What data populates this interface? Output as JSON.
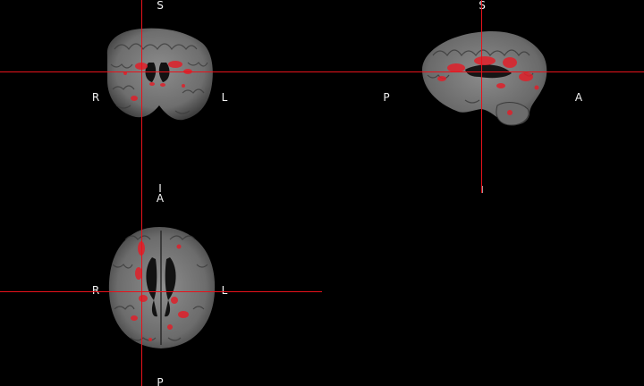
{
  "app": {
    "title": ""
  },
  "colors": {
    "background": "#000000",
    "crosshair": "#e8121b",
    "overlay": "#e0202a",
    "tissue_light": "#9a9a9a",
    "tissue_dark": "#2a2a2a",
    "label_text": "#f2f2f2"
  },
  "views": {
    "coronal": {
      "label_top": "S",
      "label_bottom": "I",
      "label_left": "R",
      "label_right": "L"
    },
    "sagittal": {
      "label_top": "S",
      "label_bottom": "I",
      "label_left": "P",
      "label_right": "A"
    },
    "axial": {
      "label_top": "A",
      "label_bottom": "P",
      "label_left": "R",
      "label_right": "L"
    }
  }
}
